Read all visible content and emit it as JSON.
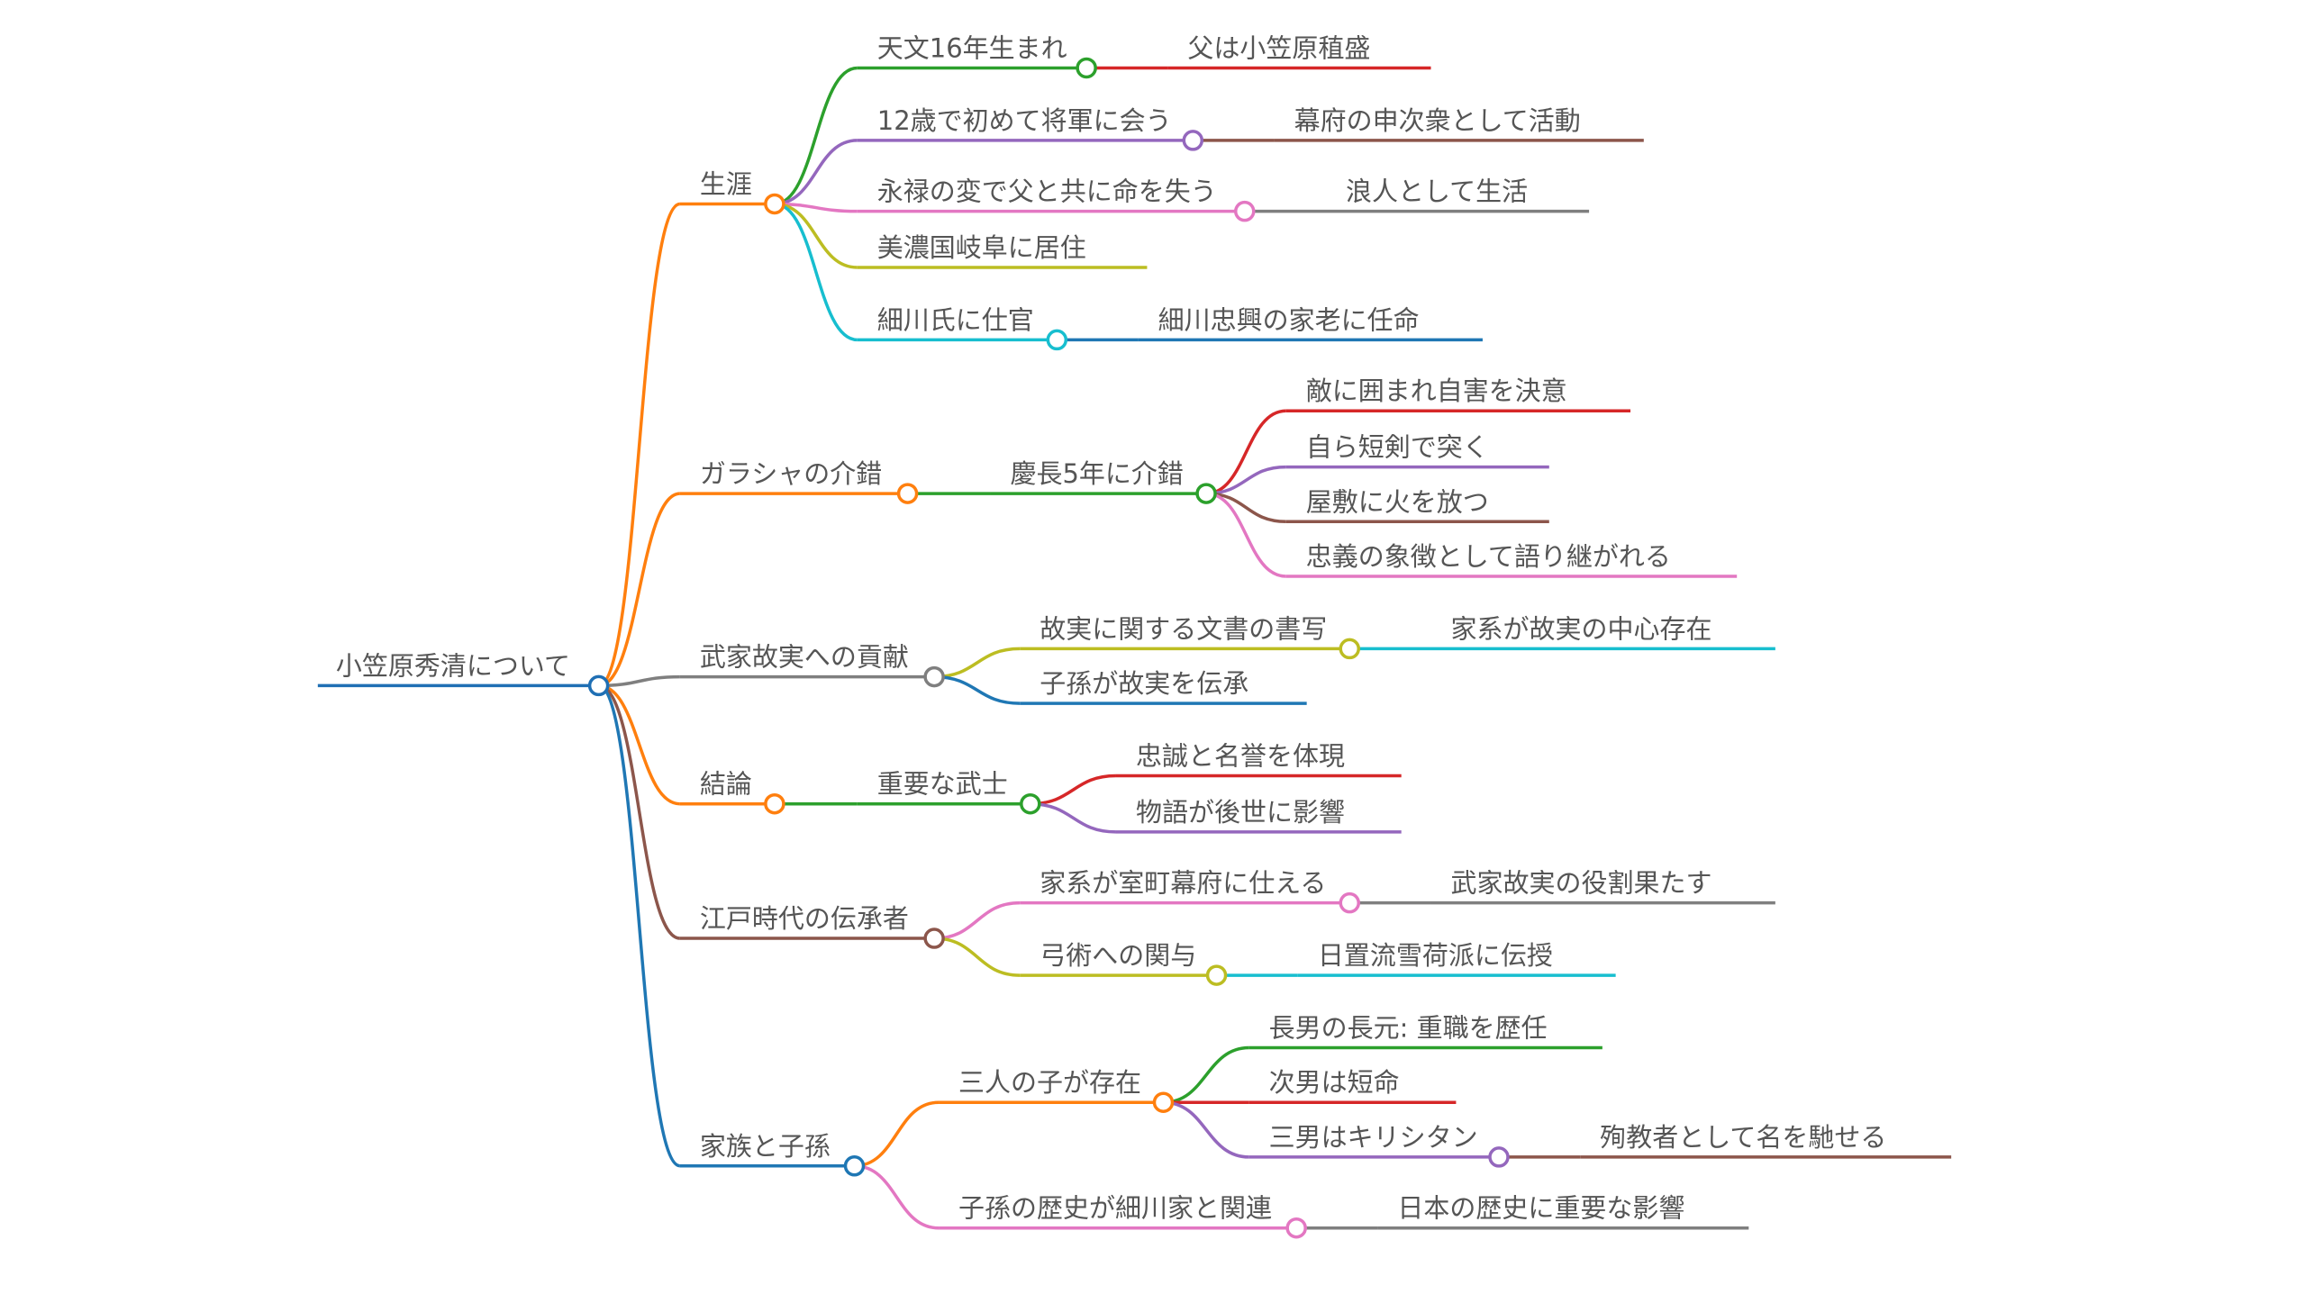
{
  "title": "小笠原秀清について",
  "nodes": [
    {
      "id": "root",
      "label": "小笠原秀清について",
      "color": "#1f6fb4",
      "parent": null
    },
    {
      "id": "a",
      "label": "生涯",
      "color": "#ff7f0e",
      "parent": "root"
    },
    {
      "id": "a1",
      "label": "天文16年生まれ",
      "color": "#2ca02c",
      "parent": "a"
    },
    {
      "id": "a1a",
      "label": "父は小笠原稙盛",
      "color": "#d62728",
      "parent": "a1"
    },
    {
      "id": "a2",
      "label": "12歳で初めて将軍に会う",
      "color": "#9467bd",
      "parent": "a"
    },
    {
      "id": "a2a",
      "label": "幕府の申次衆として活動",
      "color": "#8c564b",
      "parent": "a2"
    },
    {
      "id": "a3",
      "label": "永禄の変で父と共に命を失う",
      "color": "#e377c2",
      "parent": "a"
    },
    {
      "id": "a3a",
      "label": "浪人として生活",
      "color": "#7f7f7f",
      "parent": "a3"
    },
    {
      "id": "a4",
      "label": "美濃国岐阜に居住",
      "color": "#bcbd22",
      "parent": "a"
    },
    {
      "id": "a5",
      "label": "細川氏に仕官",
      "color": "#17becf",
      "parent": "a"
    },
    {
      "id": "a5a",
      "label": "細川忠興の家老に任命",
      "color": "#1f77b4",
      "parent": "a5"
    },
    {
      "id": "b",
      "label": "ガラシャの介錯",
      "color": "#ff7f0e",
      "parent": "root"
    },
    {
      "id": "b1",
      "label": "慶長5年に介錯",
      "color": "#2ca02c",
      "parent": "b"
    },
    {
      "id": "b1a",
      "label": "敵に囲まれ自害を決意",
      "color": "#d62728",
      "parent": "b1"
    },
    {
      "id": "b1b",
      "label": "自ら短剣で突く",
      "color": "#9467bd",
      "parent": "b1"
    },
    {
      "id": "b1c",
      "label": "屋敷に火を放つ",
      "color": "#8c564b",
      "parent": "b1"
    },
    {
      "id": "b1d",
      "label": "忠義の象徴として語り継がれる",
      "color": "#e377c2",
      "parent": "b1"
    },
    {
      "id": "c",
      "label": "武家故実への貢献",
      "color": "#7f7f7f",
      "parent": "root"
    },
    {
      "id": "c1",
      "label": "故実に関する文書の書写",
      "color": "#bcbd22",
      "parent": "c"
    },
    {
      "id": "c1a",
      "label": "家系が故実の中心存在",
      "color": "#17becf",
      "parent": "c1"
    },
    {
      "id": "c2",
      "label": "子孫が故実を伝承",
      "color": "#1f77b4",
      "parent": "c"
    },
    {
      "id": "d",
      "label": "結論",
      "color": "#ff7f0e",
      "parent": "root"
    },
    {
      "id": "d1",
      "label": "重要な武士",
      "color": "#2ca02c",
      "parent": "d"
    },
    {
      "id": "d1a",
      "label": "忠誠と名誉を体現",
      "color": "#d62728",
      "parent": "d1"
    },
    {
      "id": "d1b",
      "label": "物語が後世に影響",
      "color": "#9467bd",
      "parent": "d1"
    },
    {
      "id": "e",
      "label": "江戸時代の伝承者",
      "color": "#8c564b",
      "parent": "root"
    },
    {
      "id": "e1",
      "label": "家系が室町幕府に仕える",
      "color": "#e377c2",
      "parent": "e"
    },
    {
      "id": "e1a",
      "label": "武家故実の役割果たす",
      "color": "#7f7f7f",
      "parent": "e1"
    },
    {
      "id": "e2",
      "label": "弓術への関与",
      "color": "#bcbd22",
      "parent": "e"
    },
    {
      "id": "e2a",
      "label": "日置流雪荷派に伝授",
      "color": "#17becf",
      "parent": "e2"
    },
    {
      "id": "f",
      "label": "家族と子孫",
      "color": "#1f77b4",
      "parent": "root"
    },
    {
      "id": "f1",
      "label": "三人の子が存在",
      "color": "#ff7f0e",
      "parent": "f"
    },
    {
      "id": "f1a",
      "label": "長男の長元: 重職を歴任",
      "color": "#2ca02c",
      "parent": "f1"
    },
    {
      "id": "f1b",
      "label": "次男は短命",
      "color": "#d62728",
      "parent": "f1"
    },
    {
      "id": "f1c",
      "label": "三男はキリシタン",
      "color": "#9467bd",
      "parent": "f1"
    },
    {
      "id": "f1c1",
      "label": "殉教者として名を馳せる",
      "color": "#8c564b",
      "parent": "f1c"
    },
    {
      "id": "f2",
      "label": "子孫の歴史が細川家と関連",
      "color": "#e377c2",
      "parent": "f"
    },
    {
      "id": "f2a",
      "label": "日本の歴史に重要な影響",
      "color": "#7f7f7f",
      "parent": "f2"
    }
  ]
}
